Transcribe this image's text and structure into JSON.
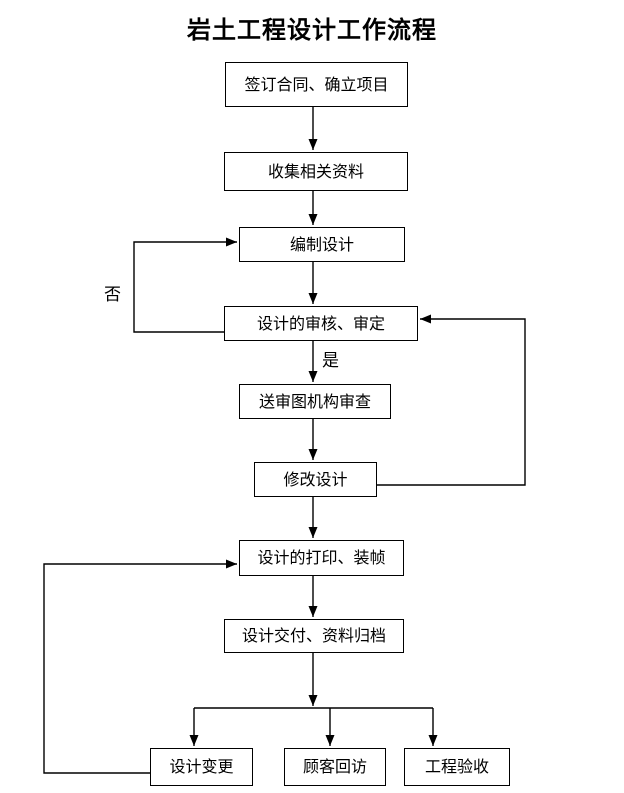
{
  "title": "岩土工程设计工作流程",
  "decision_labels": {
    "no": "否",
    "yes": "是"
  },
  "nodes": [
    {
      "label": "签订合同、确立项目"
    },
    {
      "label": "收集相关资料"
    },
    {
      "label": "编制设计"
    },
    {
      "label": "设计的审核、审定"
    },
    {
      "label": "送审图机构审查"
    },
    {
      "label": "修改设计"
    },
    {
      "label": "设计的打印、装帧"
    },
    {
      "label": "设计交付、资料归档"
    },
    {
      "label": "设计变更"
    },
    {
      "label": "顾客回访"
    },
    {
      "label": "工程验收"
    }
  ],
  "edges": [
    {
      "from": "签订合同、确立项目",
      "to": "收集相关资料",
      "label": ""
    },
    {
      "from": "收集相关资料",
      "to": "编制设计",
      "label": ""
    },
    {
      "from": "编制设计",
      "to": "设计的审核、审定",
      "label": ""
    },
    {
      "from": "设计的审核、审定",
      "to": "编制设计",
      "label": "否"
    },
    {
      "from": "设计的审核、审定",
      "to": "送审图机构审查",
      "label": "是"
    },
    {
      "from": "送审图机构审查",
      "to": "修改设计",
      "label": ""
    },
    {
      "from": "修改设计",
      "to": "设计的审核、审定",
      "label": ""
    },
    {
      "from": "修改设计",
      "to": "设计的打印、装帧",
      "label": ""
    },
    {
      "from": "设计的打印、装帧",
      "to": "设计交付、资料归档",
      "label": ""
    },
    {
      "from": "设计交付、资料归档",
      "to": "设计变更",
      "label": ""
    },
    {
      "from": "设计交付、资料归档",
      "to": "顾客回访",
      "label": ""
    },
    {
      "from": "设计交付、资料归档",
      "to": "工程验收",
      "label": ""
    },
    {
      "from": "设计变更",
      "to": "设计的打印、装帧",
      "label": ""
    }
  ],
  "colors": {
    "background": "#ffffff",
    "line": "#000000",
    "box_border": "#000000",
    "text": "#000000"
  }
}
